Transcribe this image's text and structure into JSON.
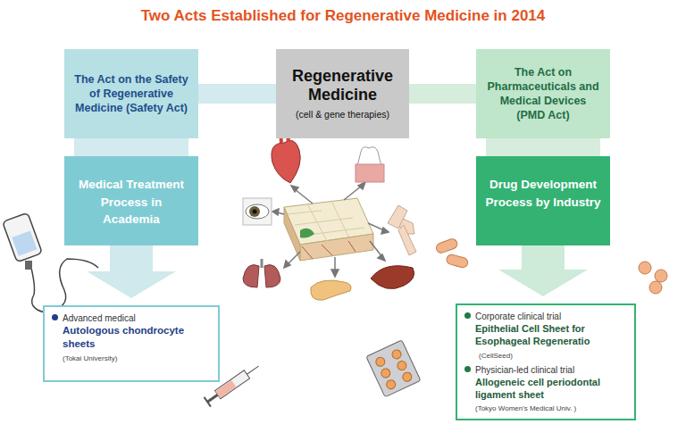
{
  "diagram": {
    "title": "Two Acts Established for Regenerative Medicine in 2014",
    "nodes": [
      {
        "text": [
          "The Act on the Safety of Regenerative Medicine (Safety Act)"
        ]
      },
      {
        "text": [
          "Regenerative Medicine",
          "(cell & gene therapies)"
        ]
      },
      {
        "text": [
          "The Act on Pharmaceuticals and Medical Devices (PMD Act)"
        ]
      },
      {
        "text": [
          "Medical Treatment Process in Academia"
        ]
      },
      {
        "text": [
          "Drug Development Process by Industry"
        ]
      },
      {
        "text": [
          "Advanced medical",
          "Autologous chondrocyte sheets",
          "(Tokai University)"
        ]
      },
      {
        "text": [
          "Corporate clinical trial",
          "Epithelial Cell Sheet for Esophageal Regeneratio",
          "(CellSeed)",
          "Physician-led clinical trial",
          "Allogeneic cell periodontal ligament sheet",
          "(Tokyo Women's Medical Univ. )"
        ]
      }
    ],
    "edges": [
      {
        "from": 0,
        "to": 1,
        "arrow": "none"
      },
      {
        "from": 1,
        "to": 2,
        "arrow": "none"
      },
      {
        "from": 0,
        "to": 3,
        "arrow": "none"
      },
      {
        "from": 2,
        "to": 4,
        "arrow": "none"
      },
      {
        "from": 3,
        "to": 5,
        "arrow": "to"
      },
      {
        "from": 4,
        "to": 6,
        "arrow": "to"
      }
    ]
  }
}
